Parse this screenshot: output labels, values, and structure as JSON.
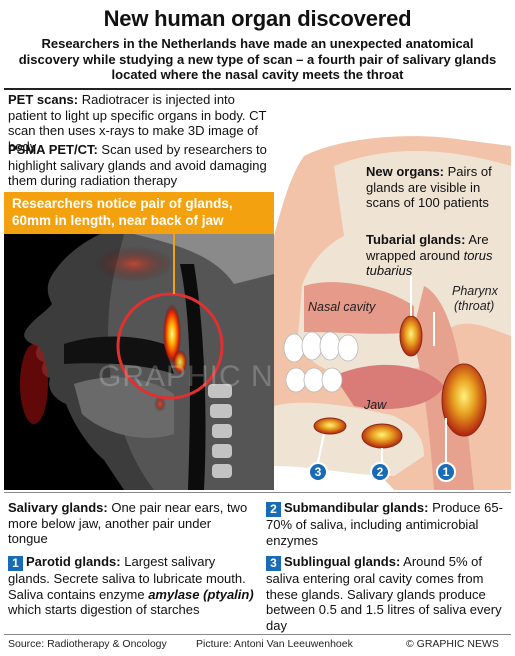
{
  "header": {
    "title": "New human organ discovered",
    "subtitle": "Researchers in the Netherlands have made an unexpected anatomical discovery while studying a new type of scan – a fourth pair of salivary glands located where the nasal cavity meets the throat"
  },
  "info": {
    "pet_label": "PET scans:",
    "pet_text": " Radiotracer is injected into patient to light up specific organs in body. CT scan then uses x-rays to make 3D image of body",
    "psma_label": "PSMA PET/CT:",
    "psma_text": " Scan used by researchers to highlight salivary glands and avoid damaging them during radiation therapy",
    "callout": "Researchers notice pair of glands, 60mm in length, near back of jaw"
  },
  "anatomy": {
    "new_organs_label": "New organs:",
    "new_organs_text": " Pairs of glands are visible in scans of 100 patients",
    "tubarial_label": "Tubarial glands:",
    "tubarial_text": " Are wrapped around ",
    "tubarial_italic": "torus tubarius",
    "nasal_cavity": "Nasal cavity",
    "pharynx": "Pharynx",
    "pharynx_sub": "(throat)",
    "jaw": "Jaw",
    "markers": [
      "3",
      "2",
      "1"
    ]
  },
  "glands": {
    "salivary_label": "Salivary glands:",
    "salivary_text": " One pair near ears, two more below jaw, another pair under tongue",
    "parotid_num": "1",
    "parotid_label": "Parotid glands:",
    "parotid_text": " Largest salivary glands. Secrete saliva to lubricate mouth. Saliva contains enzyme ",
    "parotid_enzyme": "amylase (ptyalin)",
    "parotid_text2": " which starts digestion of starches",
    "submandibular_num": "2",
    "submandibular_label": "Submandibular glands:",
    "submandibular_text": " Produce 65-70% of saliva, including antimicrobial enzymes",
    "sublingual_num": "3",
    "sublingual_label": "Sublingual glands:",
    "sublingual_text": " Around 5% of saliva entering oral cavity comes from these glands. Salivary glands produce between 0.5 and 1.5 litres of saliva every day"
  },
  "footer": {
    "source": "Source: Radiotherapy & Oncology",
    "picture": "Picture: Antoni Van Leeuwenhoek",
    "credit": "© GRAPHIC NEWS"
  },
  "watermark": "GRAPHIC NEWS",
  "colors": {
    "accent": "#f3a10e",
    "marker_blue": "#1a6bb5",
    "highlight_red": "#e03030"
  }
}
